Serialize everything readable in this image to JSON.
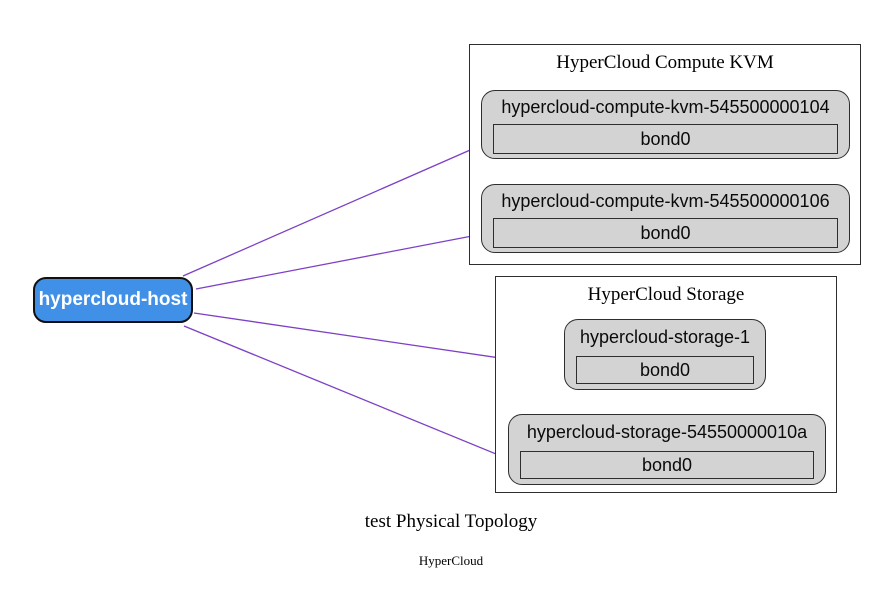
{
  "diagram": {
    "host": {
      "label": "hypercloud-host"
    },
    "clusters": [
      {
        "title": "HyperCloud Compute KVM",
        "nodes": [
          {
            "label": "hypercloud-compute-kvm-545500000104",
            "port": "bond0"
          },
          {
            "label": "hypercloud-compute-kvm-545500000106",
            "port": "bond0"
          }
        ]
      },
      {
        "title": "HyperCloud Storage",
        "nodes": [
          {
            "label": "hypercloud-storage-1",
            "port": "bond0"
          },
          {
            "label": "hypercloud-storage-54550000010a",
            "port": "bond0"
          }
        ]
      }
    ],
    "caption": "test Physical Topology",
    "subcaption": "HyperCloud"
  },
  "colors": {
    "host_fill": "#4190e8",
    "node_fill": "#d3d3d3",
    "edge": "#7d40c5",
    "border": "#2e2e2e"
  }
}
